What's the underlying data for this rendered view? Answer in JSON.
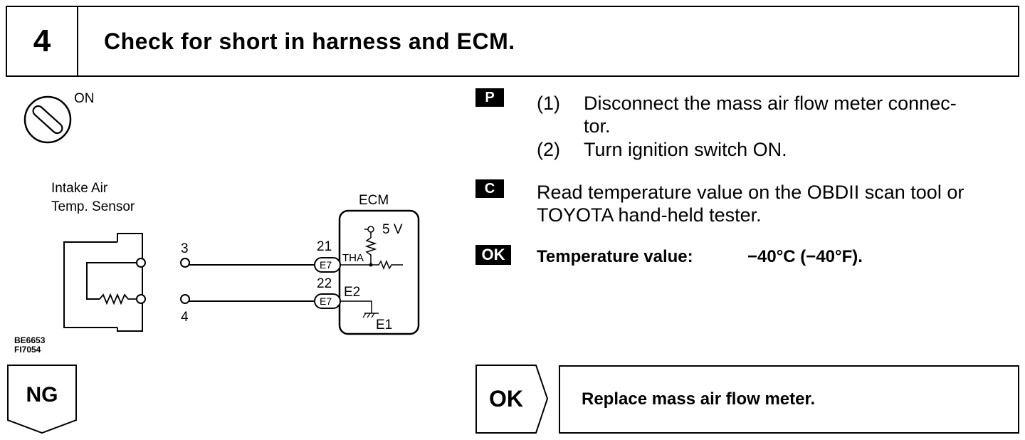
{
  "step": {
    "number": "4",
    "title": "Check for short in harness and ECM."
  },
  "ignition": {
    "label": "ON"
  },
  "diagram": {
    "sensor_label_1": "Intake Air",
    "sensor_label_2": "Temp. Sensor",
    "ecm_label": "ECM",
    "voltage": "5 V",
    "pin_3": "3",
    "pin_4": "4",
    "pin_21": "21",
    "pin_22": "22",
    "connector_1": "E7",
    "connector_2": "E7",
    "tha": "THA",
    "e2": "E2",
    "e1": "E1",
    "figure_code_1": "BE6653",
    "figure_code_2": "FI7054"
  },
  "procedure": {
    "p_badge": "P",
    "p_step1_num": "(1)",
    "p_step1_line1": "Disconnect the mass air flow meter connec-",
    "p_step1_line2": "tor.",
    "p_step2_num": "(2)",
    "p_step2": "Turn ignition switch ON.",
    "c_badge": "C",
    "c_line1": "Read temperature value on the OBDII scan tool or",
    "c_line2": "TOYOTA hand-held tester.",
    "ok_badge": "OK",
    "ok_label": "Temperature value:",
    "ok_value": "−40°C (−40°F)."
  },
  "outcomes": {
    "ng_label": "NG",
    "ok_label": "OK",
    "ok_action": "Replace mass air flow meter."
  }
}
